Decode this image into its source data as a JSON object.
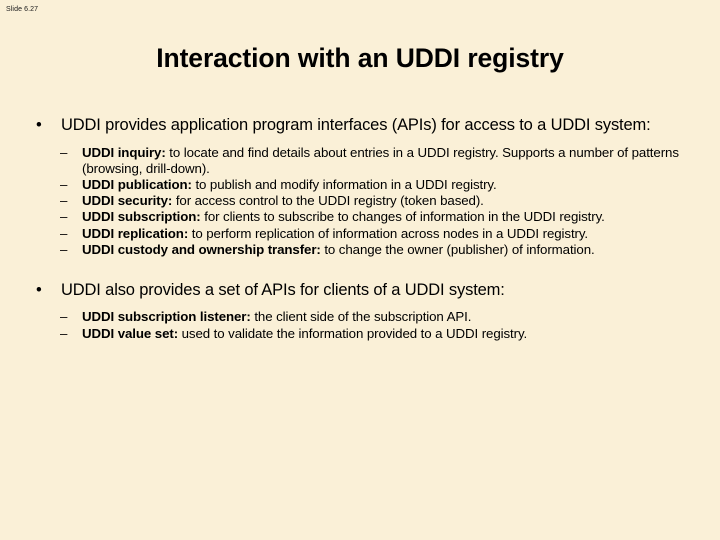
{
  "slide": {
    "number_label": "Slide 6.27",
    "title": "Interaction with an UDDI registry",
    "background_color": "#faf0d7",
    "text_color": "#000000",
    "bullet_marker": "•",
    "sub_bullet_marker": "–",
    "sections": [
      {
        "bullet": "UDDI provides application program interfaces (APIs) for access to a UDDI system:",
        "items": [
          {
            "lead": "UDDI inquiry:",
            "text": " to locate and find details about entries in a UDDI registry. Supports a number of patterns (browsing, drill-down)."
          },
          {
            "lead": "UDDI publication:",
            "text": " to publish and modify information in a UDDI registry."
          },
          {
            "lead": "UDDI security:",
            "text": " for access control to the UDDI registry (token based)."
          },
          {
            "lead": "UDDI subscription:",
            "text": " for clients to subscribe to changes of information in the UDDI registry."
          },
          {
            "lead": "UDDI replication:",
            "text": " to perform replication of information across nodes in a UDDI registry."
          },
          {
            "lead": "UDDI custody and ownership transfer:",
            "text": " to change the owner (publisher) of information."
          }
        ]
      },
      {
        "bullet": "UDDI also provides a set of APIs for clients of a UDDI system:",
        "items": [
          {
            "lead": "UDDI subscription listener:",
            "text": " the client side of the subscription API."
          },
          {
            "lead": "UDDI value set:",
            "text": " used to validate the information provided to a UDDI registry."
          }
        ]
      }
    ]
  }
}
